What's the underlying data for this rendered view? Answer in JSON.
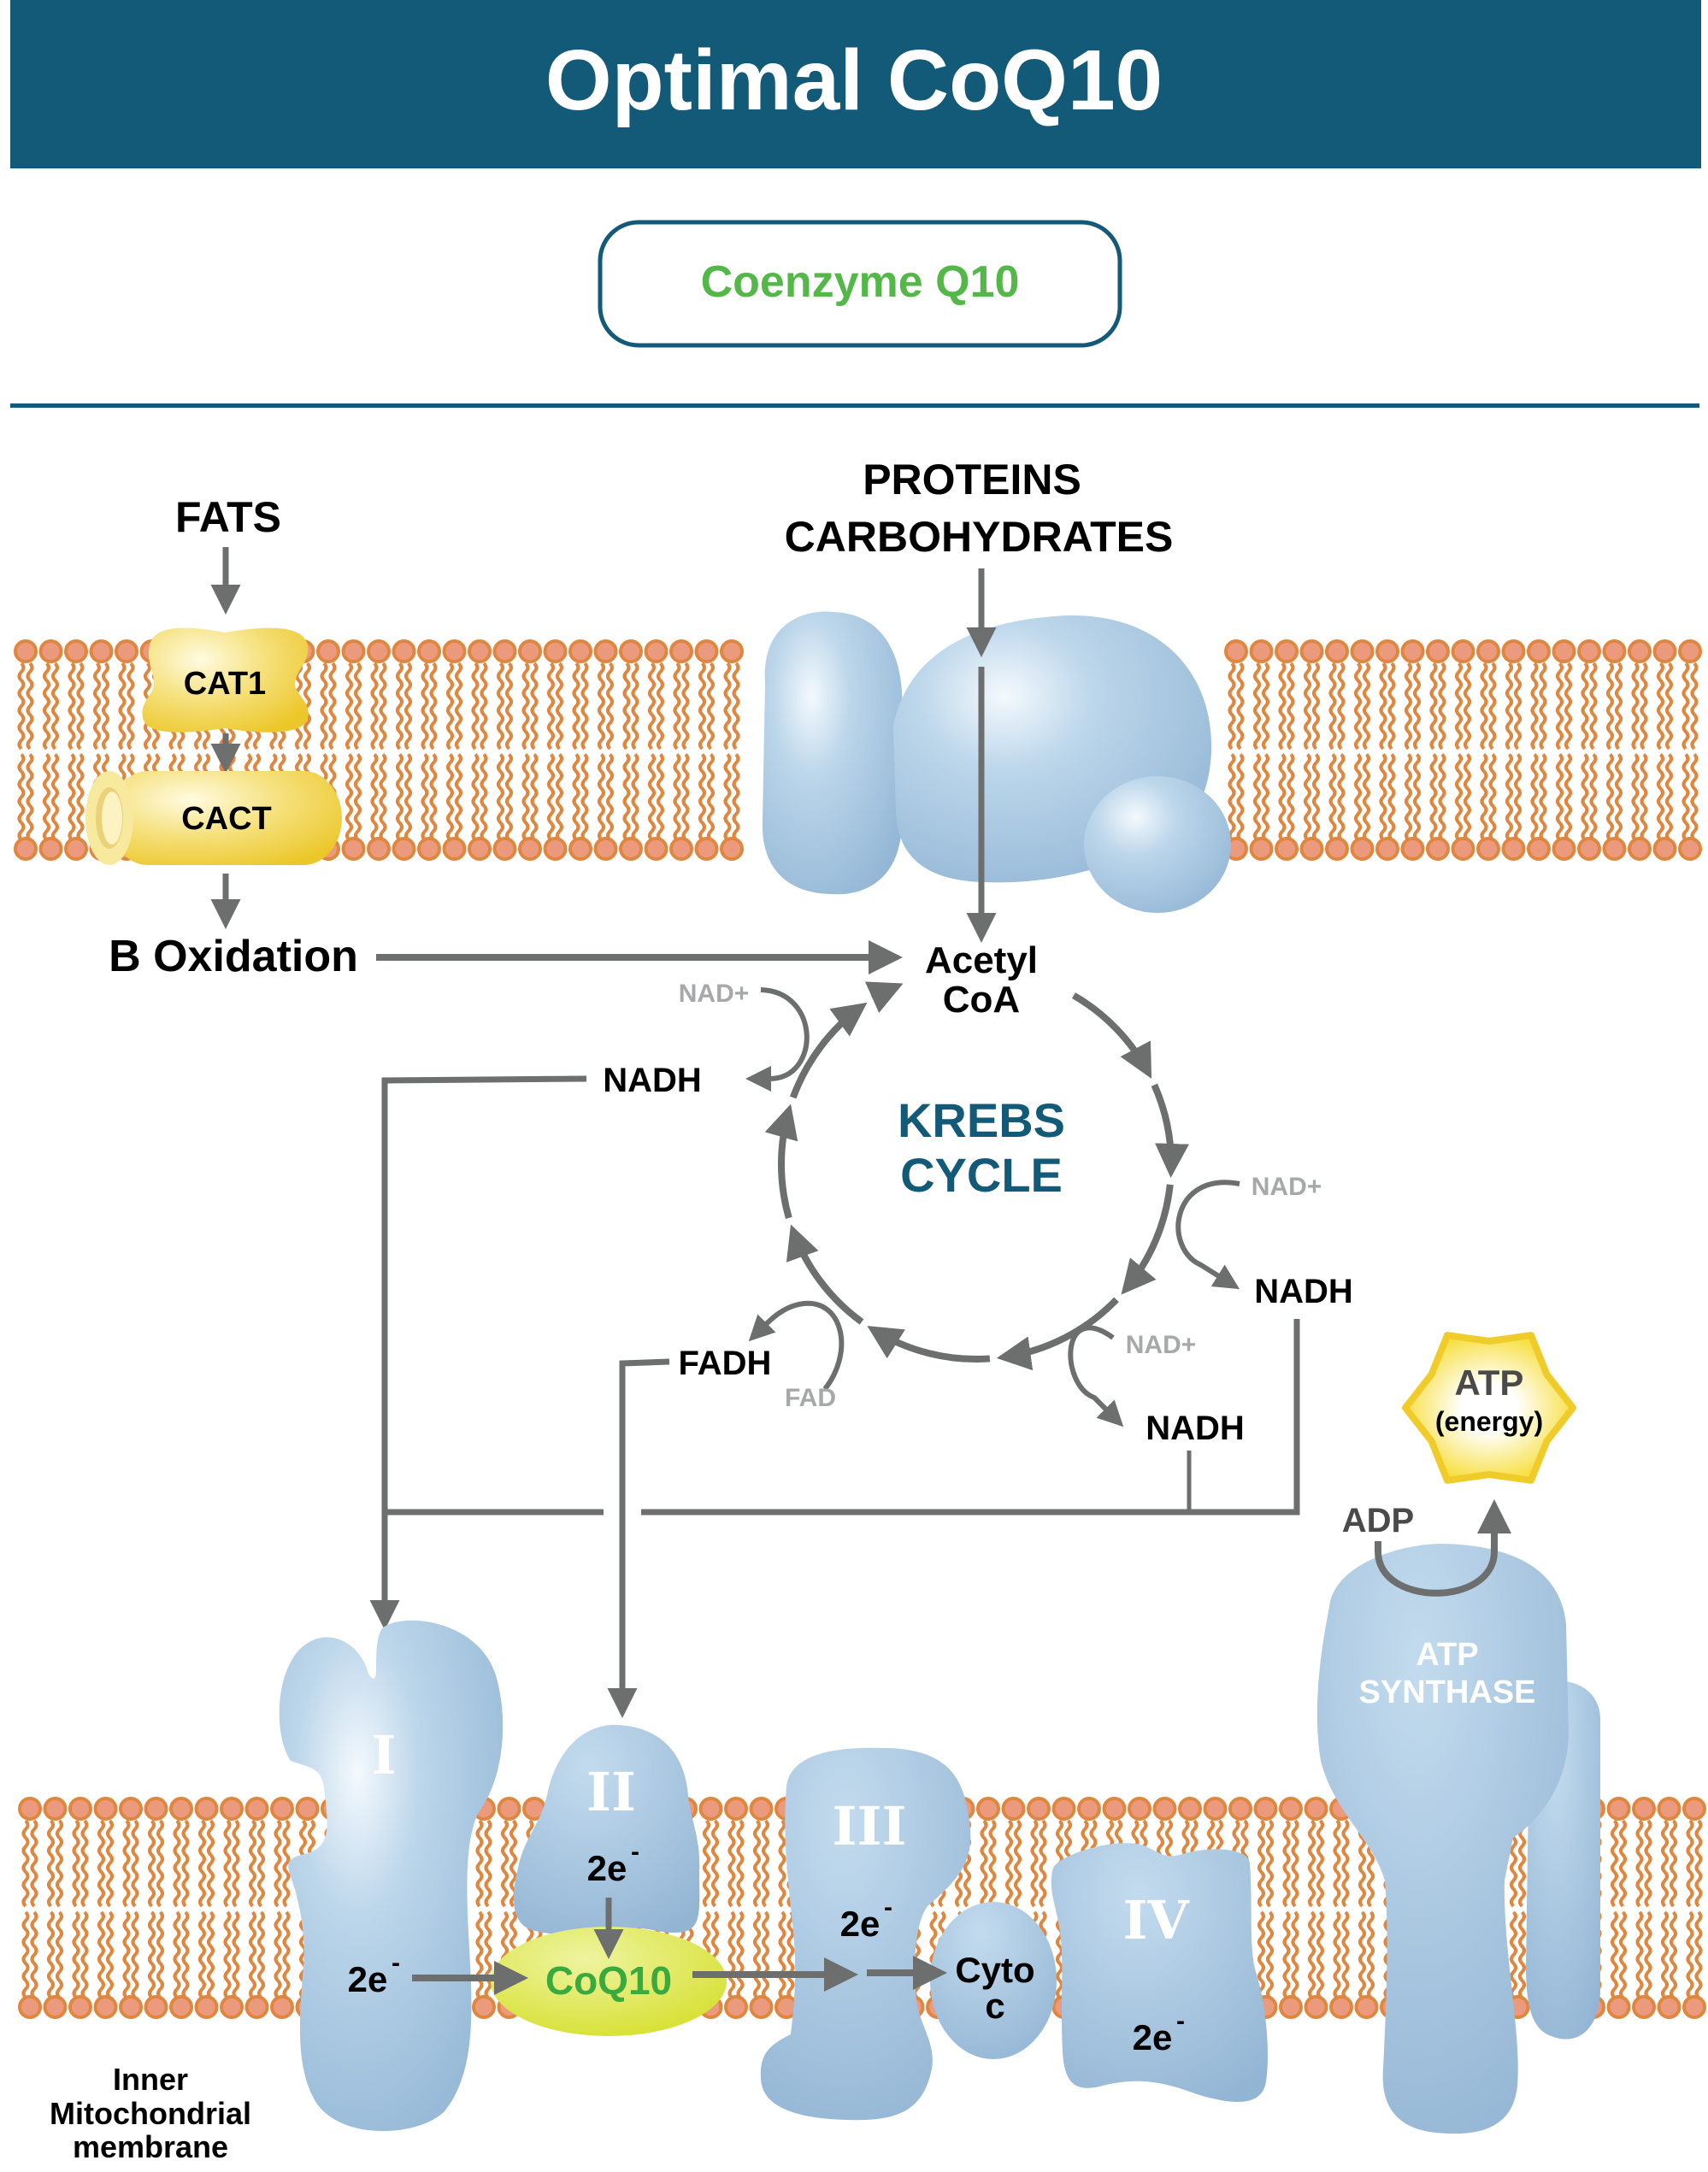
{
  "header": {
    "title": "Optimal CoQ10",
    "subtitle": "Coenzyme Q10",
    "colors": {
      "band": "#135a78",
      "subtitle_text": "#53b848"
    }
  },
  "inputs": {
    "fats": "FATS",
    "proteins": "PROTEINS",
    "carbohydrates": "CARBOHYDRATES"
  },
  "transporters": {
    "cat1": "CAT1",
    "cact": "CACT"
  },
  "pathways": {
    "beta_oxidation": "B Oxidation",
    "acetyl_line1": "Acetyl",
    "acetyl_line2": "CoA"
  },
  "krebs": {
    "line1": "KREBS",
    "line2": "CYCLE",
    "color": "#135a78",
    "cofactors": {
      "nad_plus_left": "NAD+",
      "nadh_left": "NADH",
      "nad_plus_right": "NAD+",
      "nadh_right": "NADH",
      "nad_plus_bottom": "NAD+",
      "nadh_bottom": "NADH",
      "fadh": "FADH",
      "fad": "FAD"
    }
  },
  "energy": {
    "atp": "ATP",
    "atp_sub": "(energy)",
    "adp": "ADP",
    "atp_synthase_line1": "ATP",
    "atp_synthase_line2": "SYNTHASE"
  },
  "etc": {
    "complex_1": "I",
    "complex_2": "II",
    "complex_3": "III",
    "complex_4": "IV",
    "coq10": "CoQ10",
    "cyto_line1": "Cyto",
    "cyto_line2": "c",
    "electrons": "2e",
    "electron_sup": "-"
  },
  "legend": {
    "membrane_line1": "Inner",
    "membrane_line2": "Mitochondrial",
    "membrane_line3": "membrane"
  },
  "colors": {
    "arrow": "#6d6e6e",
    "cofactor_gray": "#a7a8a9",
    "protein_blue": "#a9c6e0",
    "lipid_head": "#ec9a7e",
    "lipid_stroke": "#e0873f",
    "transporter_yellow": "#f3d64a",
    "coq10_green": "#3aaa3f"
  }
}
